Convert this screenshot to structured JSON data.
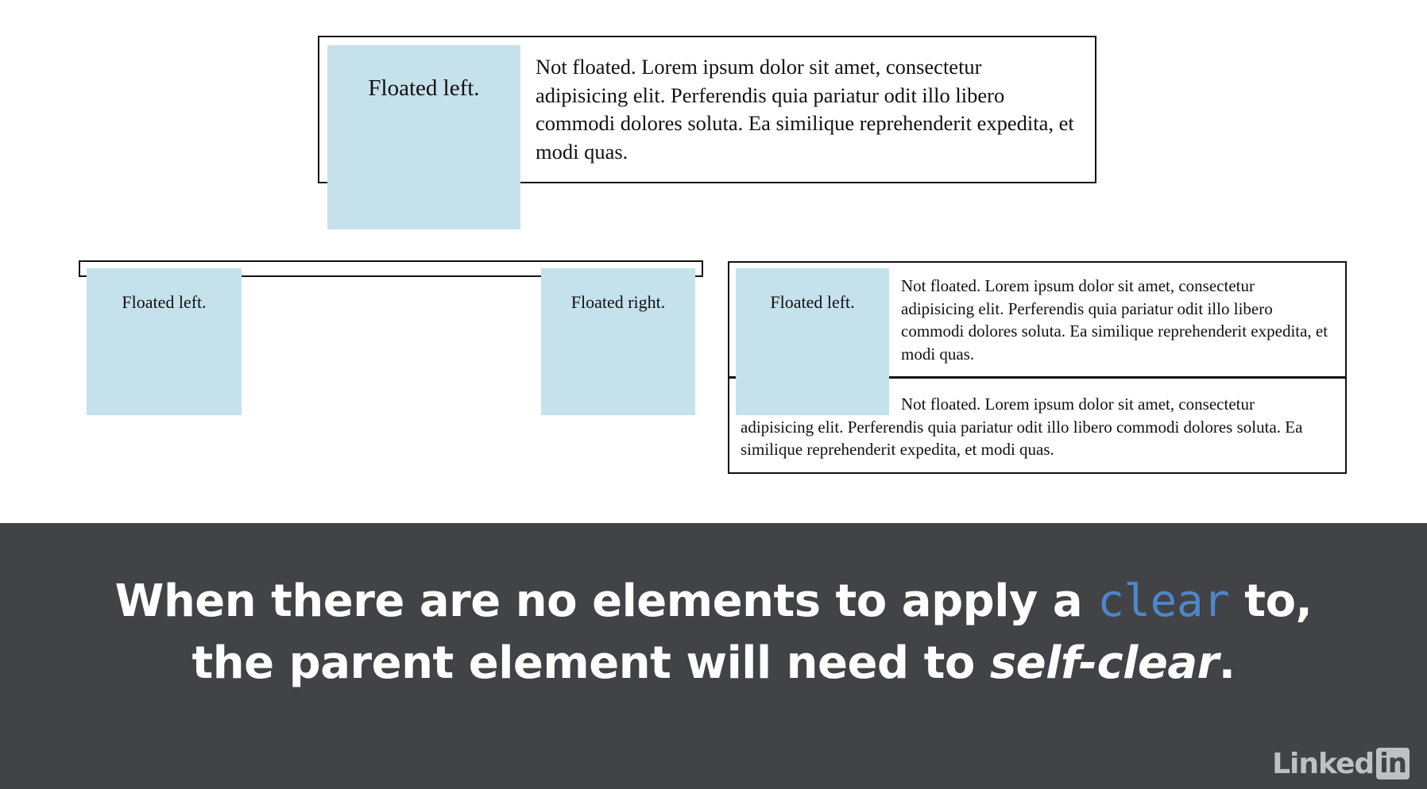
{
  "example1": {
    "float_left_label": "Floated left.",
    "text": "Not floated. Lorem ipsum dolor sit amet, consectetur adipisicing elit. Perferendis quia pariatur odit illo libero commodi dolores soluta. Ea similique reprehenderit expedita, et modi quas."
  },
  "example2": {
    "float_left_label": "Floated left.",
    "float_right_label": "Floated right."
  },
  "example3": {
    "float_left_label": "Floated left.",
    "text_a": "Not floated. Lorem ipsum dolor sit amet, consectetur adipisicing elit. Perferendis quia pariatur odit illo libero commodi dolores soluta. Ea similique reprehenderit expedita, et modi quas.",
    "text_b": "Not floated. Lorem ipsum dolor sit amet, consectetur adipisicing elit. Perferendis quia pariatur odit illo libero commodi dolores soluta. Ea similique reprehenderit expedita, et modi quas."
  },
  "caption": {
    "line1_pre": "When there are no elements to apply a ",
    "line1_code": "clear",
    "line1_post": " to,",
    "line2_pre": "the parent element will need to ",
    "line2_em": "self-clear",
    "line2_post": "."
  },
  "logo": {
    "text": "Linked",
    "box_text": "in"
  },
  "colors": {
    "float_bg": "#c5e1ec",
    "caption_bg": "#424347",
    "code_accent": "#4e86c8"
  }
}
